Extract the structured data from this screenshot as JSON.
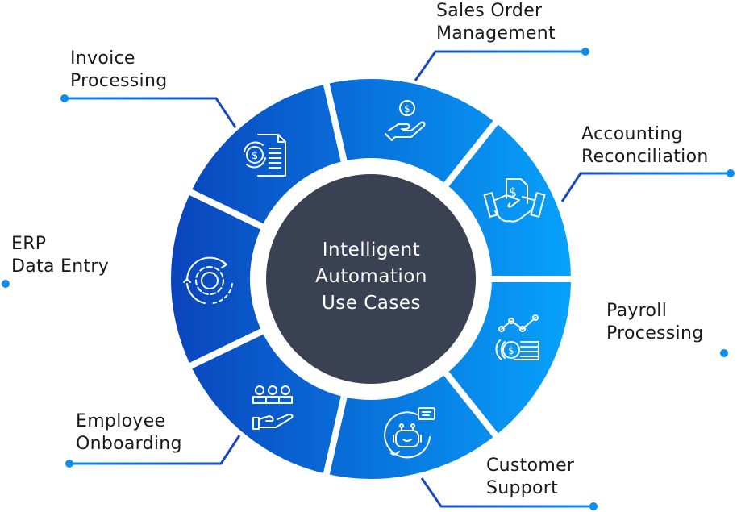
{
  "center": {
    "lines": [
      "Intelligent",
      "Automation",
      "Use Cases"
    ]
  },
  "use_cases": [
    {
      "id": "invoice",
      "lines": [
        "Invoice",
        "Processing"
      ],
      "icon": "invoice-dollar-icon"
    },
    {
      "id": "sales",
      "lines": [
        "Sales Order",
        "Management"
      ],
      "icon": "hand-coin-icon"
    },
    {
      "id": "accounting",
      "lines": [
        "Accounting",
        "Reconciliation"
      ],
      "icon": "handshake-document-icon"
    },
    {
      "id": "payroll",
      "lines": [
        "Payroll",
        "Processing"
      ],
      "icon": "coins-chart-icon"
    },
    {
      "id": "customer",
      "lines": [
        "Customer",
        "Support"
      ],
      "icon": "chatbot-icon"
    },
    {
      "id": "employee",
      "lines": [
        "Employee",
        "Onboarding"
      ],
      "icon": "team-hand-icon"
    },
    {
      "id": "erp",
      "lines": [
        "ERP",
        "Data Entry"
      ],
      "icon": "gear-cycle-icon"
    }
  ],
  "colors": {
    "ring_dark": "#0a44bd",
    "ring_light": "#07a2fb",
    "center": "#3a4152",
    "connector": "#1a4fc8"
  }
}
